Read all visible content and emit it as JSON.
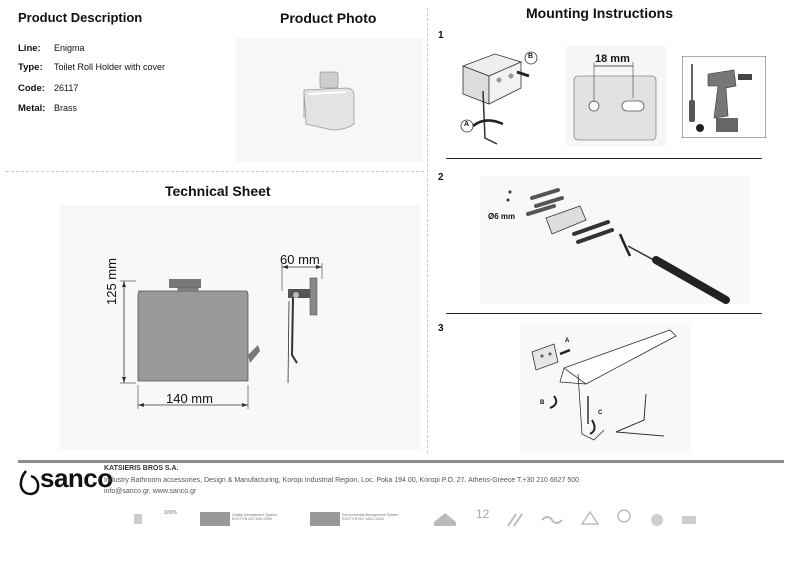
{
  "headings": {
    "product_description": "Product Description",
    "product_photo": "Product Photo",
    "mounting_instructions": "Mounting Instructions",
    "technical_sheet": "Technical Sheet"
  },
  "specs": [
    {
      "label": "Line:",
      "value": "Enigma"
    },
    {
      "label": "Type:",
      "value": "Toilet Roll Holder with cover"
    },
    {
      "label": "Code:",
      "value": "26117"
    },
    {
      "label": "Metal:",
      "value": "Brass"
    }
  ],
  "technical": {
    "height": "125 mm",
    "width": "140 mm",
    "depth": "60 mm"
  },
  "steps": {
    "s1": "1",
    "s2": "2",
    "s3": "3",
    "spacing": "18 mm",
    "drill": "Ø6 mm",
    "label_a": "A",
    "label_b": "B",
    "label_c": "C"
  },
  "footer": {
    "brand": "sanco",
    "company": "KATSIERIS BROS S.A.",
    "address": "Industry Bathroom accessories, Design & Manufacturing, Koropi Industrial Region, Loc. Poka 194 00, Koropi P.O. 27. Athens-Greece   T.+30 210 6627 500",
    "web": "info@sanco.gr, www.sanco.gr",
    "cert1_title": "Quality Management System",
    "cert1_std": "ΕΛΟΤ EN ISO 9001:2008",
    "cert2_title": "Environmental Management System",
    "cert2_std": "ΕΛΟΤ EN ISO 14001:2004",
    "badge_100": "100%",
    "badge_12": "12"
  }
}
